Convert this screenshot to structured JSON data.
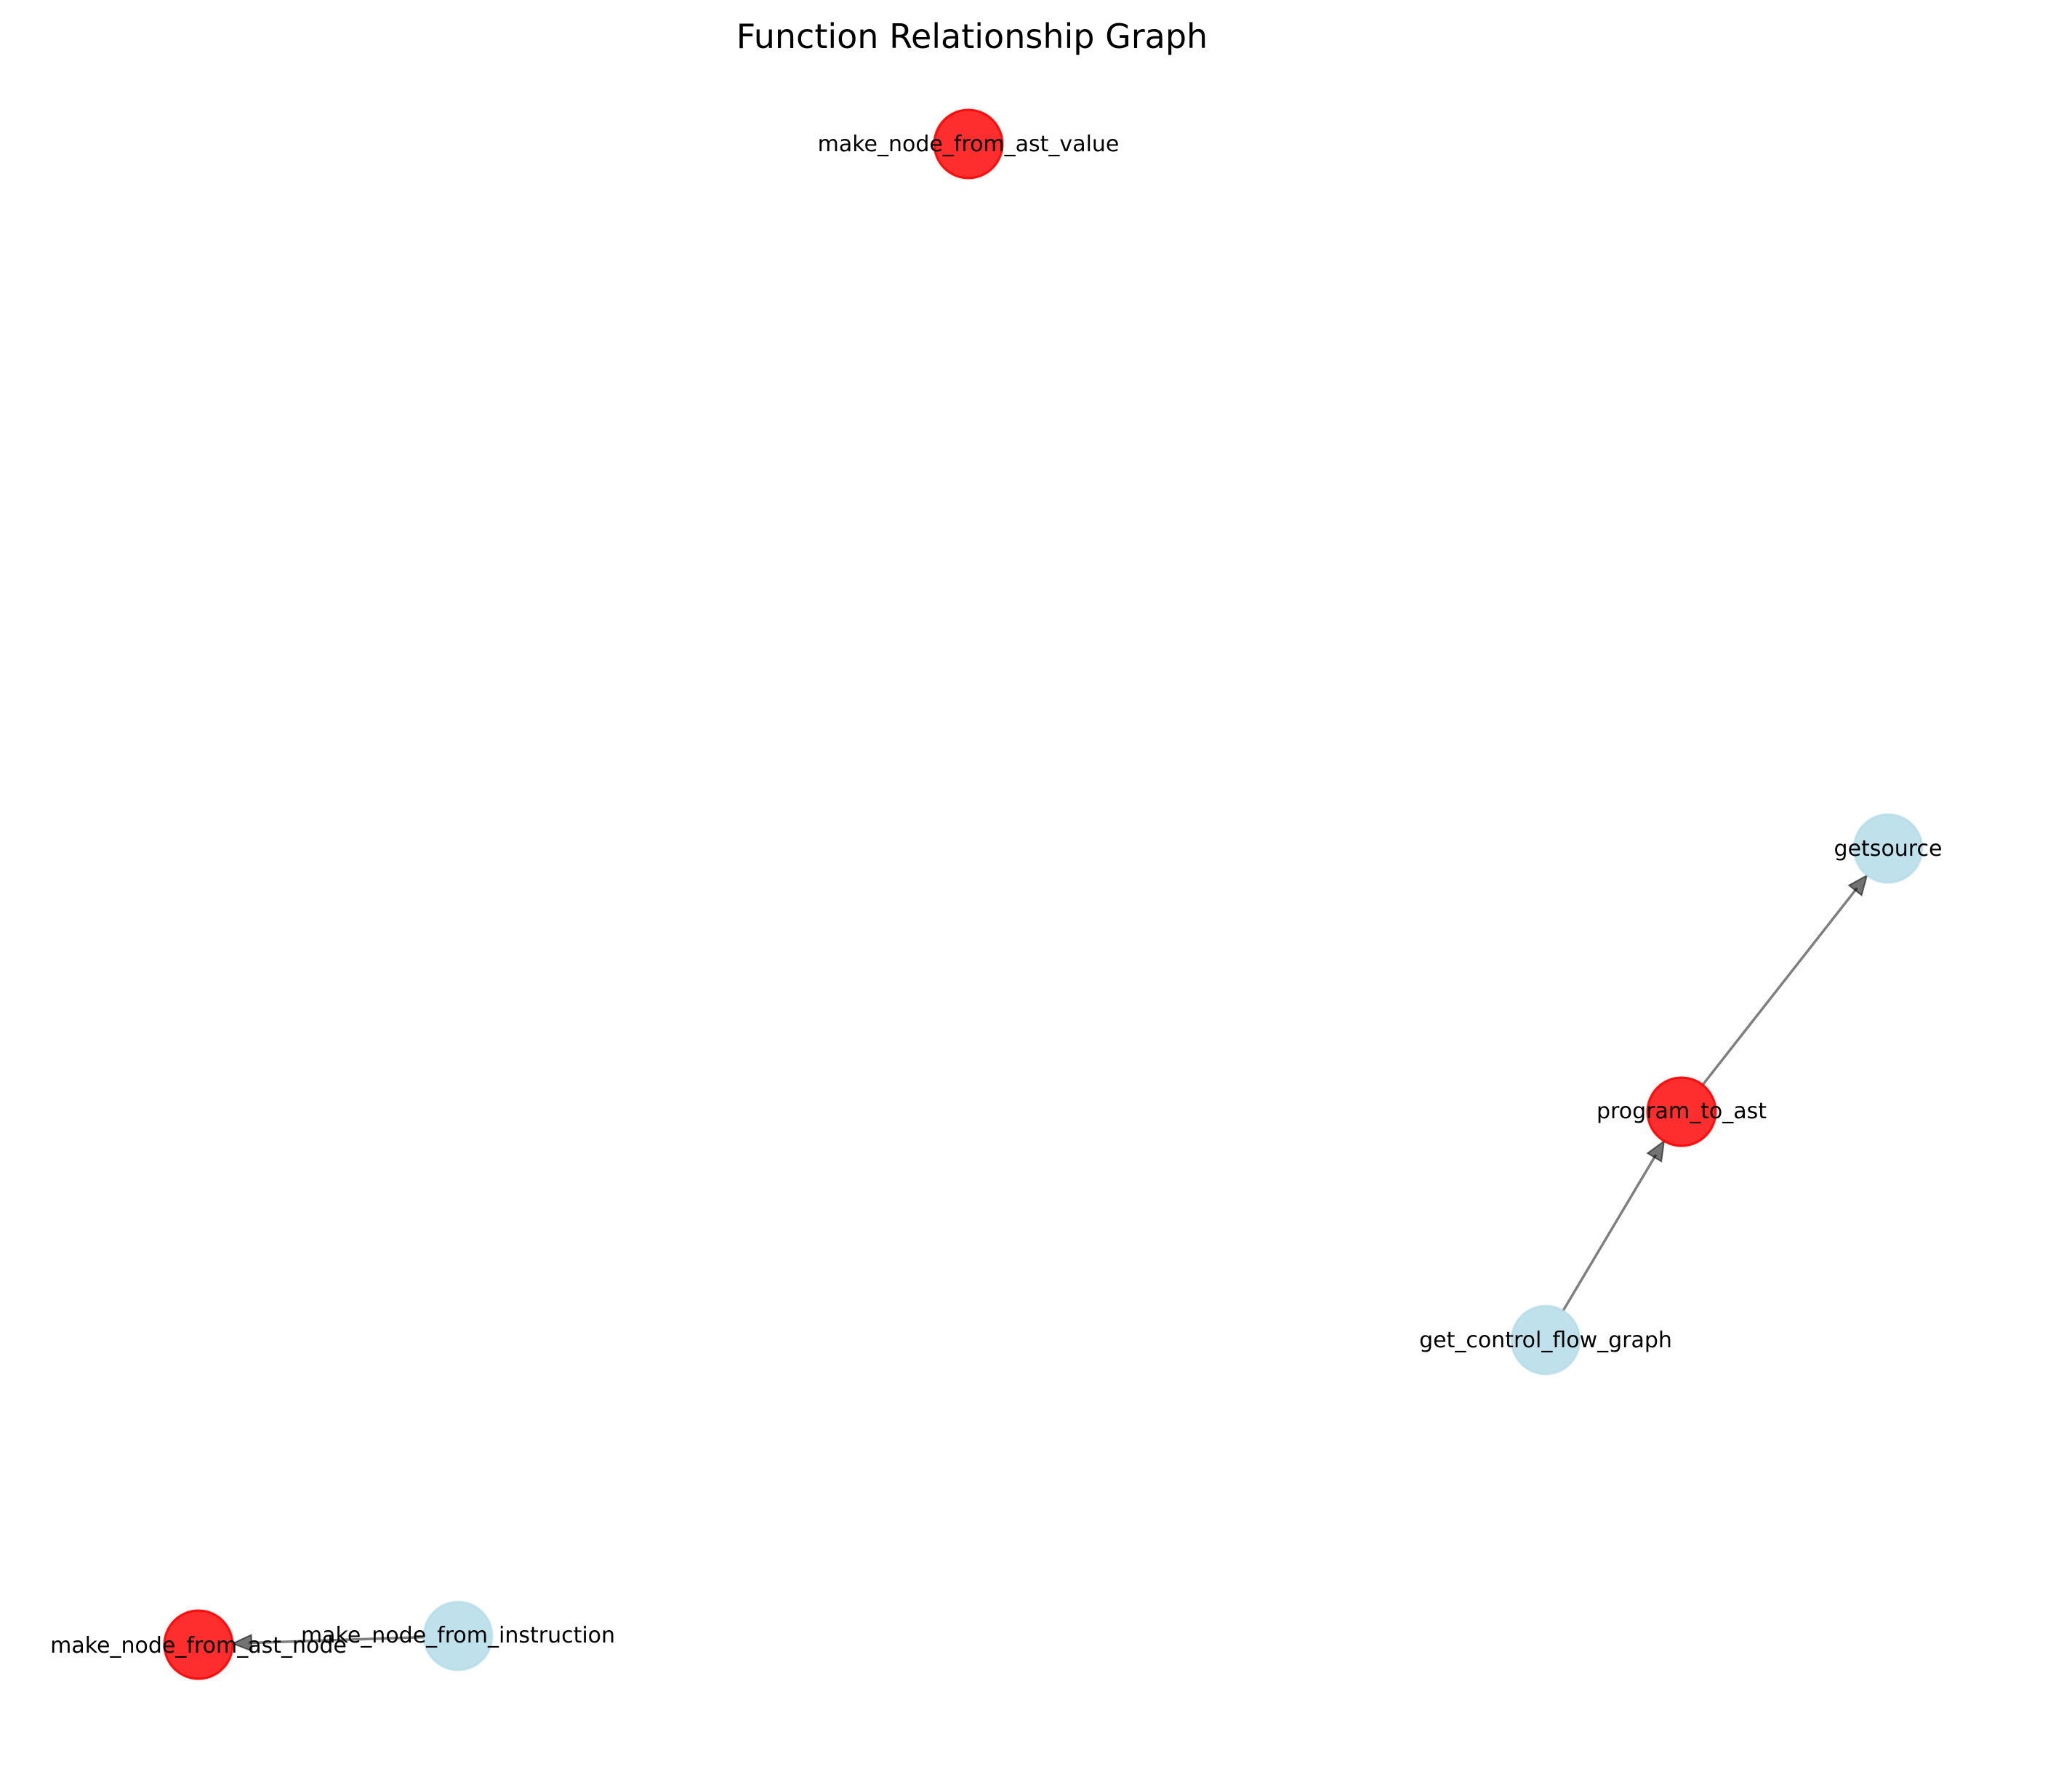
{
  "title": "Function Relationship Graph",
  "colors": {
    "highlight_node": "#ff0000",
    "default_node": "#add8e6",
    "edge": "#000000"
  },
  "nodes": [
    {
      "id": "make_node_from_ast_value",
      "label": "make_node_from_ast_value",
      "highlighted": true
    },
    {
      "id": "getsource",
      "label": "getsource",
      "highlighted": false
    },
    {
      "id": "program_to_ast",
      "label": "program_to_ast",
      "highlighted": true
    },
    {
      "id": "get_control_flow_graph",
      "label": "get_control_flow_graph",
      "highlighted": false
    },
    {
      "id": "make_node_from_ast_node",
      "label": "make_node_from_ast_node",
      "highlighted": true
    },
    {
      "id": "make_node_from_instruction",
      "label": "make_node_from_instruction",
      "highlighted": false
    }
  ],
  "edges": [
    {
      "source": "program_to_ast",
      "target": "getsource"
    },
    {
      "source": "get_control_flow_graph",
      "target": "program_to_ast"
    },
    {
      "source": "make_node_from_instruction",
      "target": "make_node_from_ast_node"
    }
  ]
}
